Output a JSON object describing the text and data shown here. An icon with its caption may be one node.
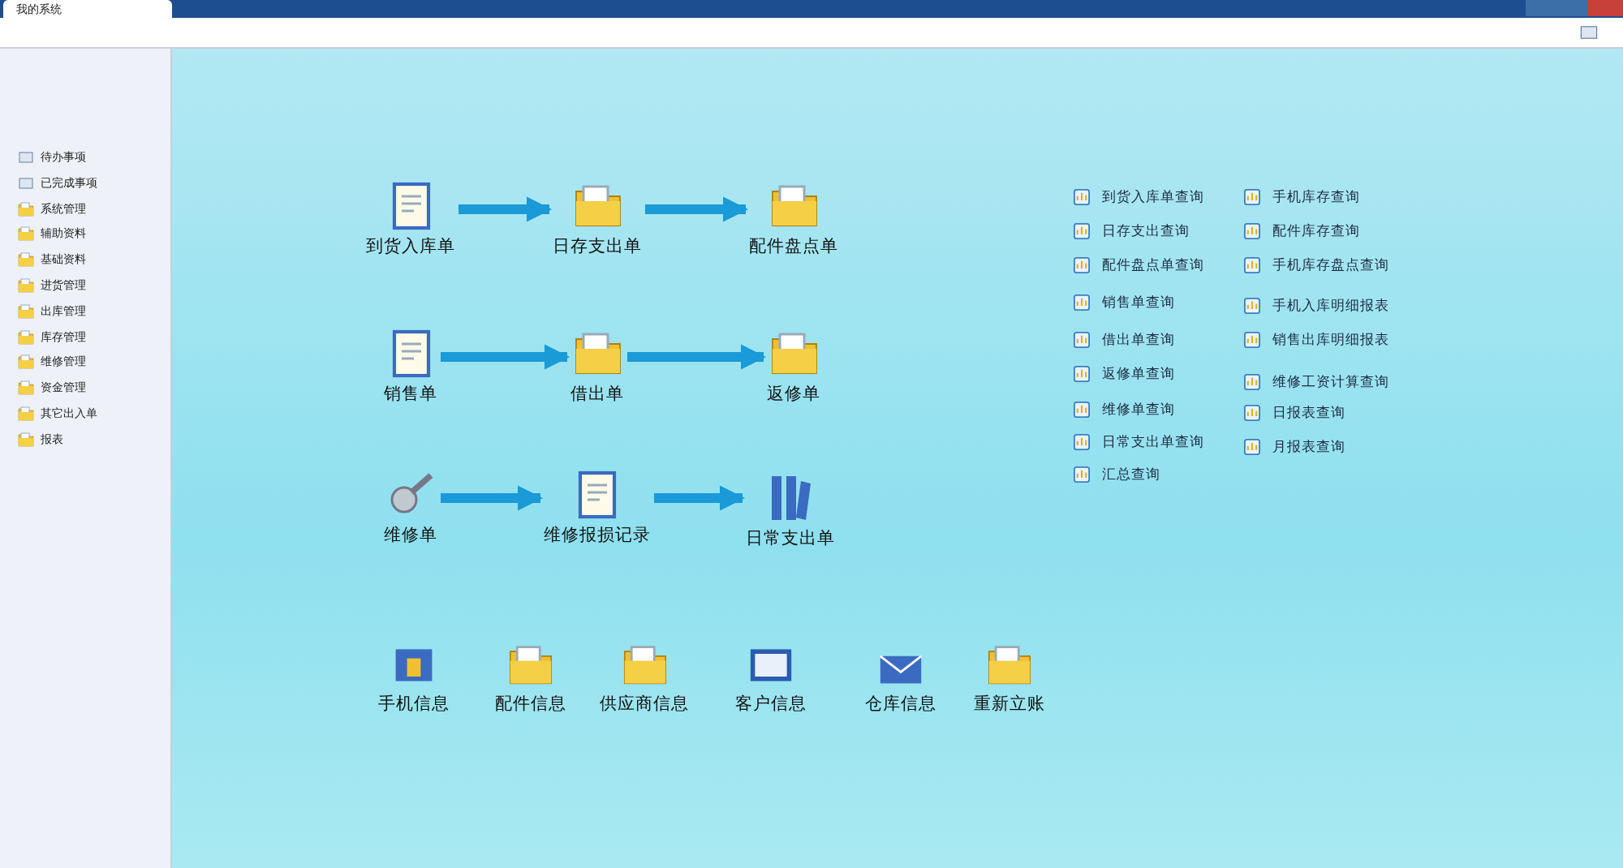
{
  "diagram": {
    "nodes": [
      {
        "text": [
          "到货入库单"
        ]
      },
      {
        "text": [
          "日存支出单"
        ]
      },
      {
        "text": [
          "配件盘点单"
        ]
      },
      {
        "text": [
          "销售单"
        ]
      },
      {
        "text": [
          "借出单"
        ]
      },
      {
        "text": [
          "返修单"
        ]
      },
      {
        "text": [
          "维修单"
        ]
      },
      {
        "text": [
          "维修报损记录"
        ]
      },
      {
        "text": [
          "日常支出单"
        ]
      }
    ],
    "edges": [
      {
        "from": 0,
        "to": 1,
        "arrow": "to"
      },
      {
        "from": 1,
        "to": 2,
        "arrow": "to"
      },
      {
        "from": 3,
        "to": 4,
        "arrow": "to"
      },
      {
        "from": 4,
        "to": 5,
        "arrow": "to"
      },
      {
        "from": 6,
        "to": 7,
        "arrow": "to"
      },
      {
        "from": 7,
        "to": 8,
        "arrow": "to"
      }
    ],
    "labels": [
      "我的系统",
      "待办事项",
      "已完成事项",
      "系统管理",
      "辅助资料",
      "基础资料",
      "进货管理",
      "出库管理",
      "库存管理",
      "维修管理",
      "资金管理",
      "其它出入单",
      "报表",
      "到货入库单查询",
      "手机库存查询",
      "日存支出查询",
      "配件库存查询",
      "配件盘点单查询",
      "手机库存盘点查询",
      "销售单查询",
      "手机入库明细报表",
      "借出单查询",
      "销售出库明细报表",
      "返修单查询",
      "维修工资计算查询",
      "维修单查询",
      "日报表查询",
      "日常支出单查询",
      "月报表查询",
      "汇总查询",
      "手机信息",
      "配件信息",
      "供应商信息",
      "客户信息",
      "仓库信息",
      "重新立账"
    ]
  }
}
